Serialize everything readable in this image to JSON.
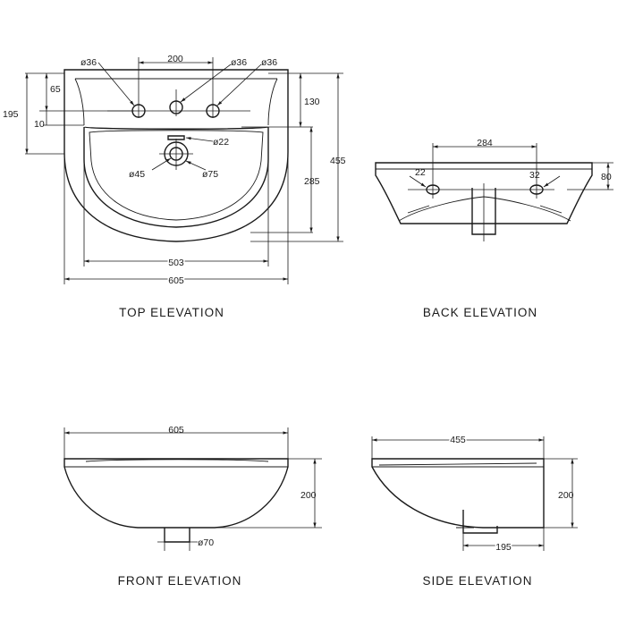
{
  "views": {
    "top": {
      "title": "TOP ELEVATION",
      "dims": {
        "tap_spacing": "200",
        "hole_left": "ø36",
        "hole_mid": "ø36",
        "hole_right": "ø36",
        "d65": "65",
        "d195": "195",
        "d10": "10",
        "d130": "130",
        "d455": "455",
        "d285": "285",
        "overflow": "ø22",
        "waste_inner": "ø45",
        "waste_outer": "ø75",
        "inner_width": "503",
        "overall_width": "605"
      }
    },
    "back": {
      "title": "BACK ELEVATION",
      "dims": {
        "fix_spacing": "284",
        "fix_left": "22",
        "fix_right": "32",
        "height": "80"
      }
    },
    "front": {
      "title": "FRONT ELEVATION",
      "dims": {
        "width": "605",
        "height": "200",
        "waste": "ø70"
      }
    },
    "side": {
      "title": "SIDE ELEVATION",
      "dims": {
        "depth": "455",
        "height": "200",
        "waste_offset": "195"
      }
    }
  }
}
